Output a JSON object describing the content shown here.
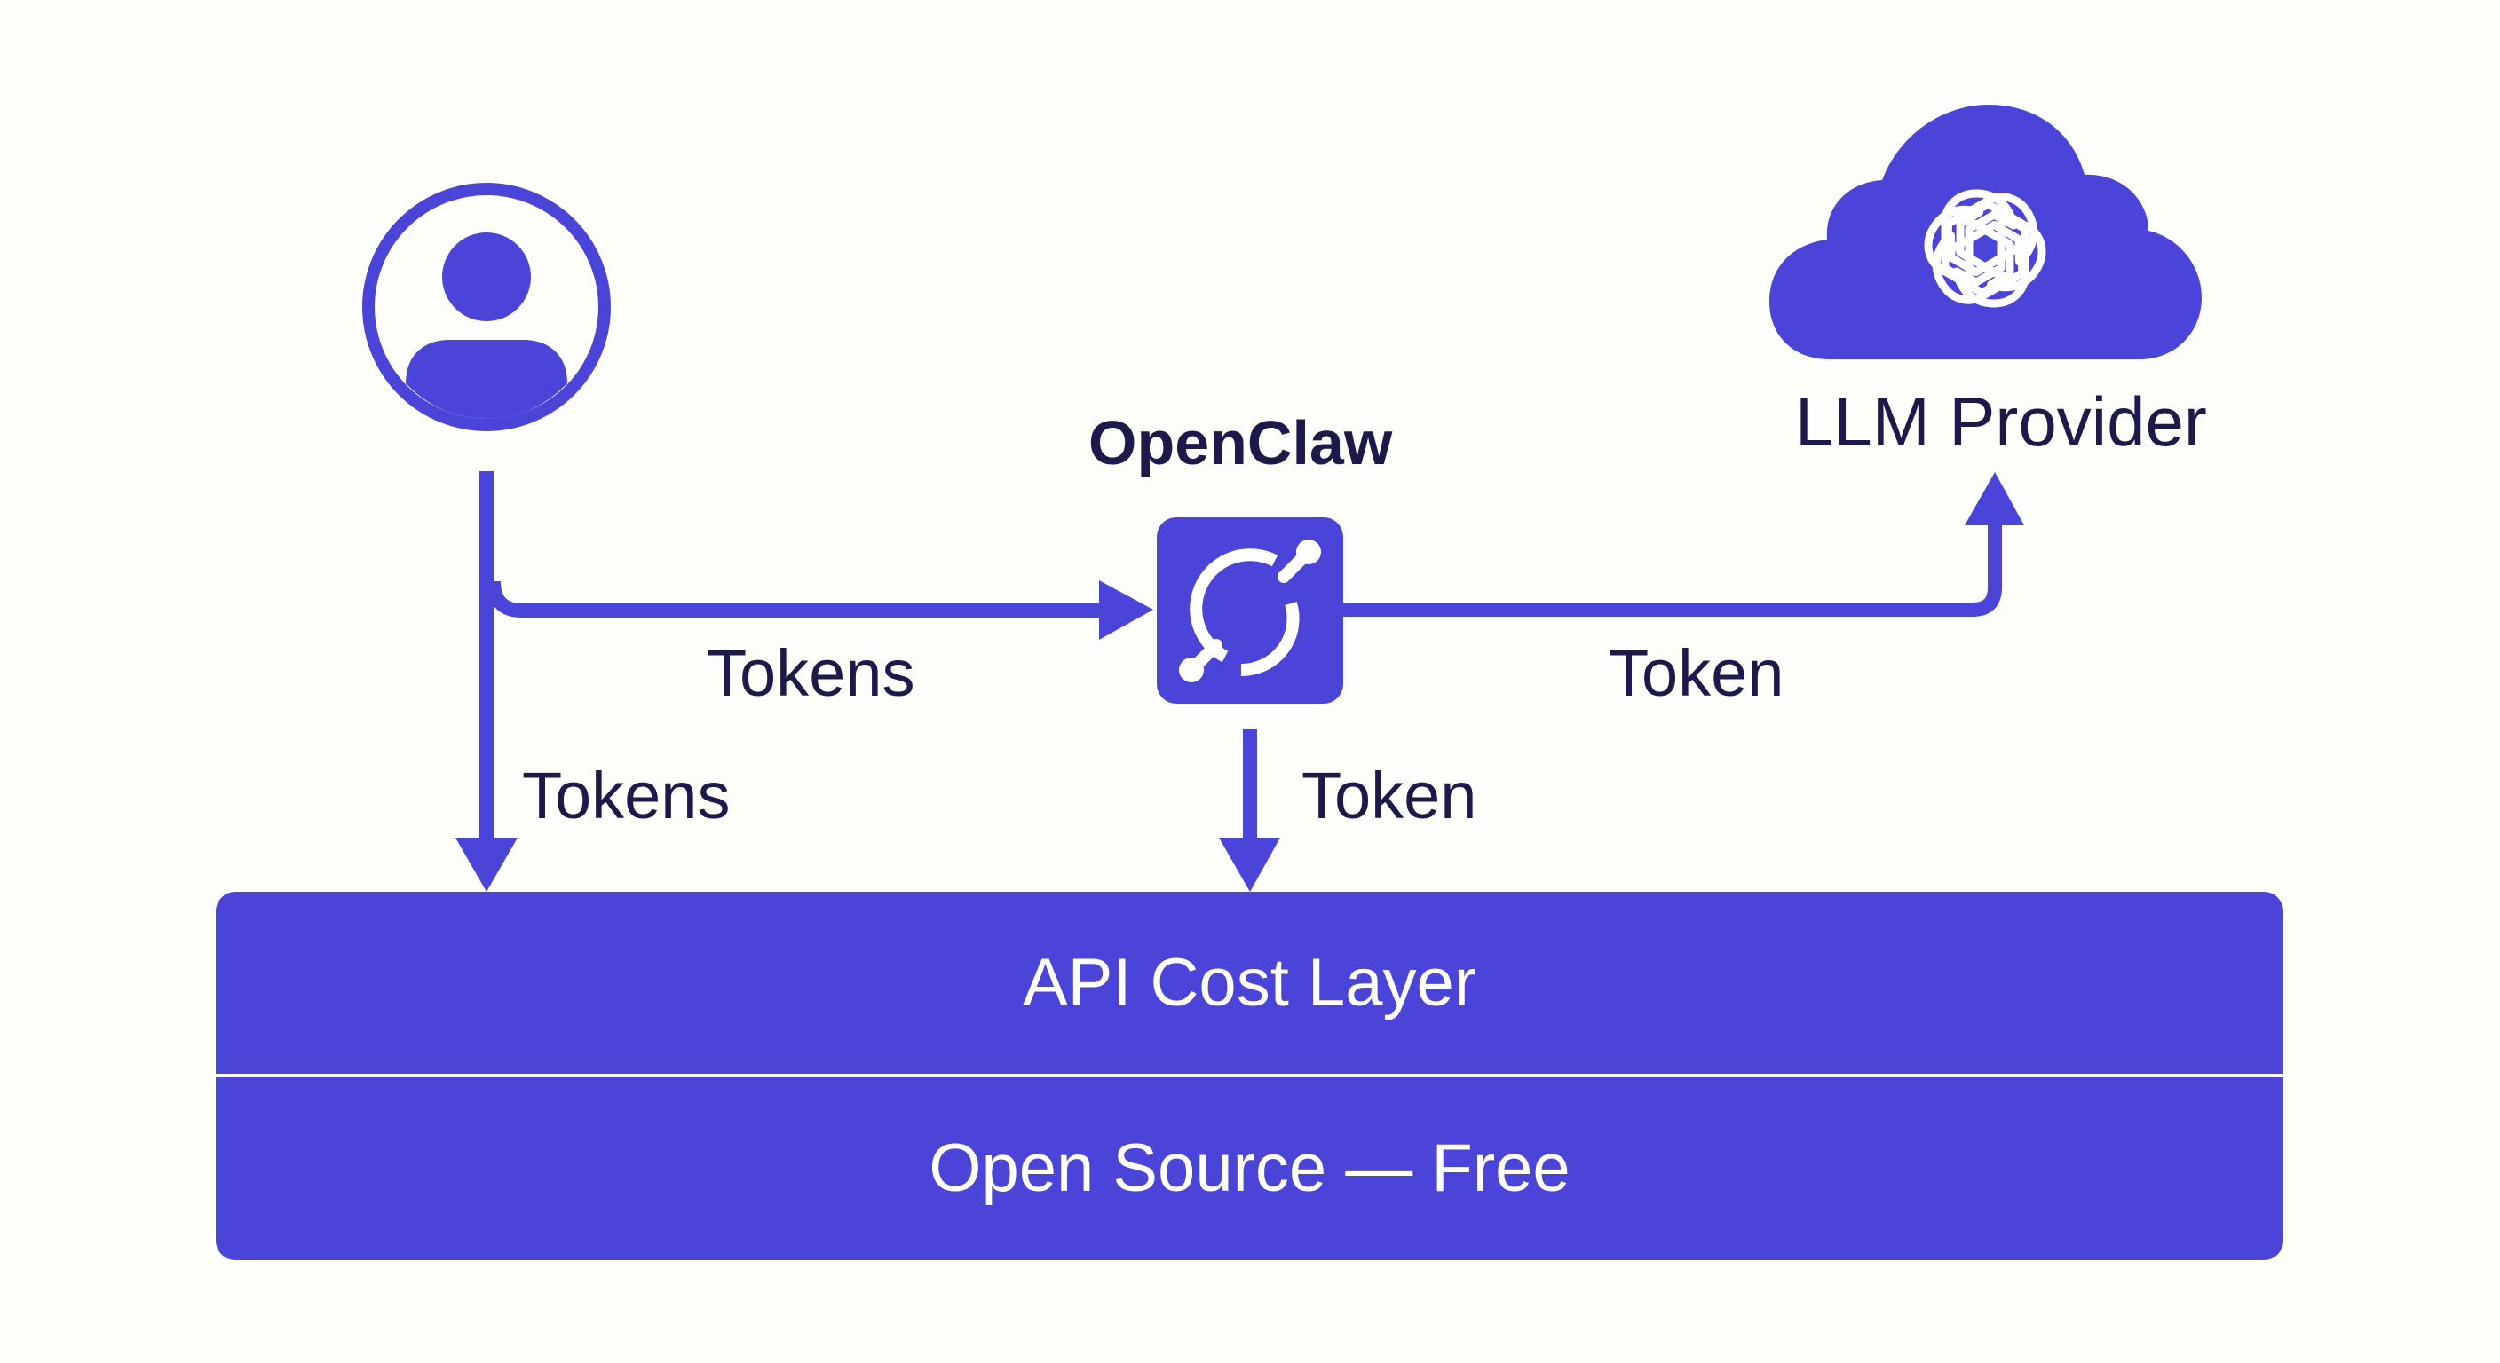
{
  "colors": {
    "accent": "#4a45d8",
    "text_dark": "#1b1a4a",
    "background": "#fdfdf9",
    "text_light": "#ffffff"
  },
  "nodes": {
    "user": {
      "icon": "user-avatar-icon"
    },
    "openclaw": {
      "title": "OpenClaw",
      "icon": "openclaw-link-icon"
    },
    "llm_provider": {
      "title": "LLM Provider",
      "icon": "cloud-icon",
      "logo": "openai-logo-icon"
    }
  },
  "edges": {
    "user_to_openclaw": {
      "label": "Tokens"
    },
    "user_to_api": {
      "label": "Tokens"
    },
    "openclaw_to_llm": {
      "label": "Token"
    },
    "openclaw_to_api": {
      "label": "Token"
    }
  },
  "layers": [
    {
      "label": "API Cost Layer"
    },
    {
      "label": "Open Source — Free"
    }
  ]
}
